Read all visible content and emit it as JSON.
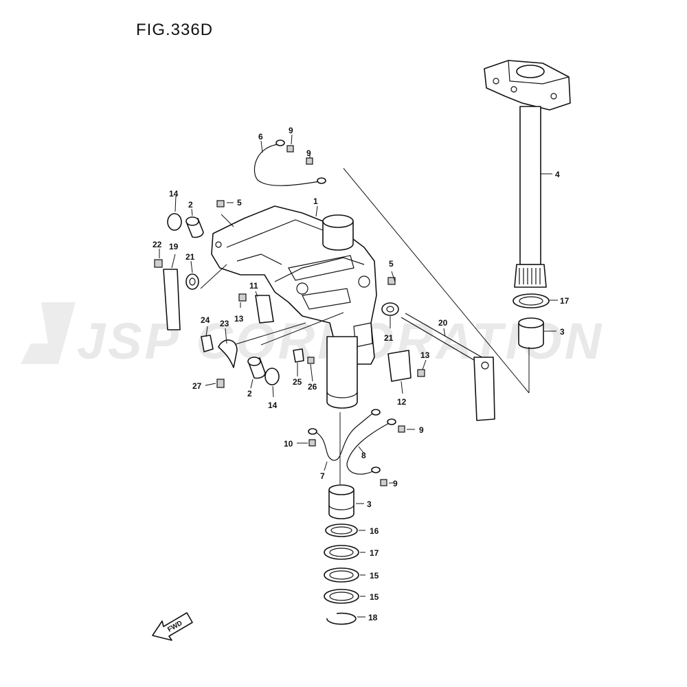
{
  "figure": {
    "title": "FIG.336D",
    "watermark": "JSP CORPORATION",
    "direction_marker": "FWD"
  },
  "callouts": [
    {
      "id": "c1",
      "label": "1"
    },
    {
      "id": "c2a",
      "label": "2"
    },
    {
      "id": "c2b",
      "label": "2"
    },
    {
      "id": "c3a",
      "label": "3"
    },
    {
      "id": "c3b",
      "label": "3"
    },
    {
      "id": "c4",
      "label": "4"
    },
    {
      "id": "c5a",
      "label": "5"
    },
    {
      "id": "c5b",
      "label": "5"
    },
    {
      "id": "c6",
      "label": "6"
    },
    {
      "id": "c7",
      "label": "7"
    },
    {
      "id": "c8",
      "label": "8"
    },
    {
      "id": "c9a",
      "label": "9"
    },
    {
      "id": "c9b",
      "label": "9"
    },
    {
      "id": "c9c",
      "label": "9"
    },
    {
      "id": "c9d",
      "label": "9"
    },
    {
      "id": "c10",
      "label": "10"
    },
    {
      "id": "c11",
      "label": "11"
    },
    {
      "id": "c12",
      "label": "12"
    },
    {
      "id": "c13a",
      "label": "13"
    },
    {
      "id": "c13b",
      "label": "13"
    },
    {
      "id": "c14a",
      "label": "14"
    },
    {
      "id": "c14b",
      "label": "14"
    },
    {
      "id": "c15a",
      "label": "15"
    },
    {
      "id": "c15b",
      "label": "15"
    },
    {
      "id": "c16",
      "label": "16"
    },
    {
      "id": "c17a",
      "label": "17"
    },
    {
      "id": "c17b",
      "label": "17"
    },
    {
      "id": "c18",
      "label": "18"
    },
    {
      "id": "c19",
      "label": "19"
    },
    {
      "id": "c20",
      "label": "20"
    },
    {
      "id": "c21a",
      "label": "21"
    },
    {
      "id": "c21b",
      "label": "21"
    },
    {
      "id": "c22",
      "label": "22"
    },
    {
      "id": "c23",
      "label": "23"
    },
    {
      "id": "c24",
      "label": "24"
    },
    {
      "id": "c25",
      "label": "25"
    },
    {
      "id": "c26",
      "label": "26"
    },
    {
      "id": "c27",
      "label": "27"
    }
  ]
}
